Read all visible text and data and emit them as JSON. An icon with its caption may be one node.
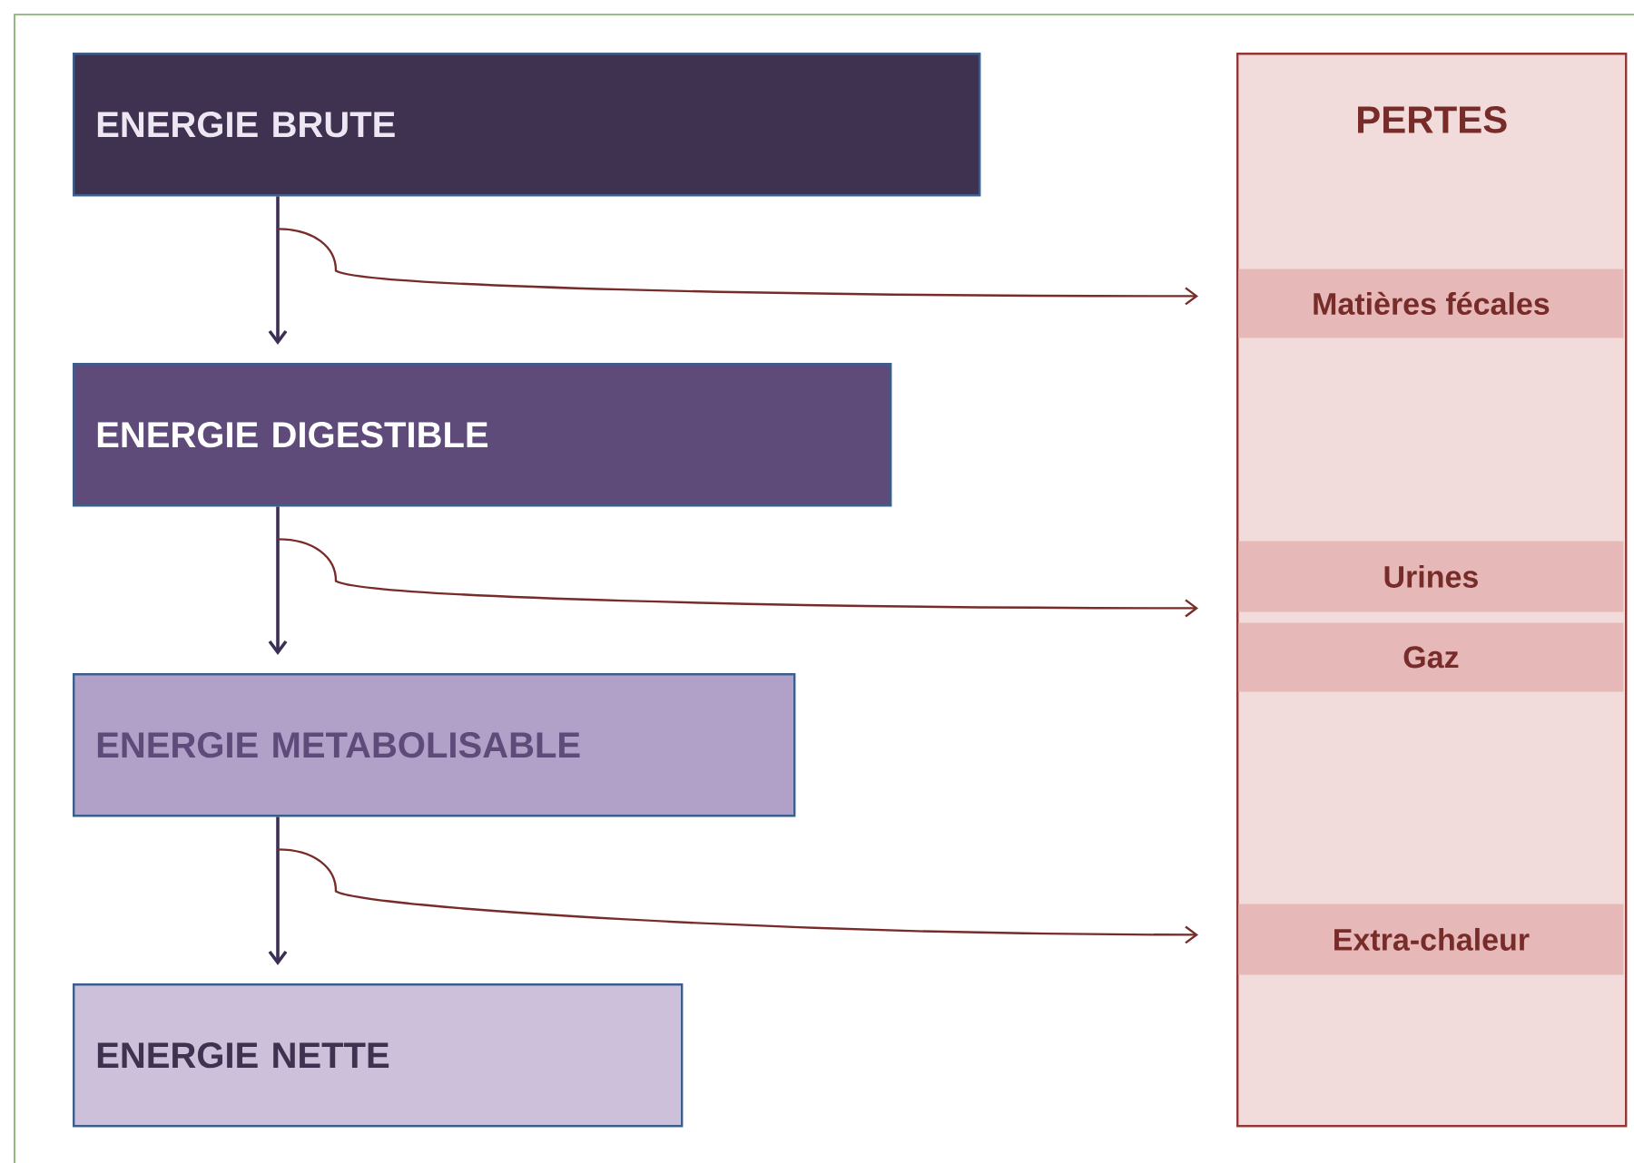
{
  "diagram": {
    "nodes": [
      {
        "text": [
          "ENERGIE BRUTE"
        ]
      },
      {
        "text": [
          "ENERGIE DIGESTIBLE"
        ]
      },
      {
        "text": [
          "ENERGIE METABOLISABLE"
        ]
      },
      {
        "text": [
          "ENERGIE NETTE"
        ]
      },
      {
        "text": [
          "PERTES"
        ]
      },
      {
        "text": [
          "Matières fécales"
        ],
        "in": 4
      },
      {
        "text": [
          "Urines"
        ],
        "in": 4
      },
      {
        "text": [
          "Gaz"
        ],
        "in": 4
      },
      {
        "text": [
          "Extra-chaleur"
        ],
        "in": 4
      }
    ],
    "edges": [
      {
        "from": 0,
        "to": 1,
        "arrow": "to",
        "color": "#3c2f55"
      },
      {
        "from": 1,
        "to": 2,
        "arrow": "to",
        "color": "#3c2f55"
      },
      {
        "from": 2,
        "to": 3,
        "arrow": "to",
        "color": "#3c2f55"
      },
      {
        "from": 0,
        "to": 5,
        "arrow": "to",
        "color": "#772c2a"
      },
      {
        "from": 1,
        "to": 6,
        "arrow": "to",
        "color": "#772c2a"
      },
      {
        "from": 2,
        "to": 8,
        "arrow": "to",
        "color": "#772c2a"
      }
    ]
  }
}
